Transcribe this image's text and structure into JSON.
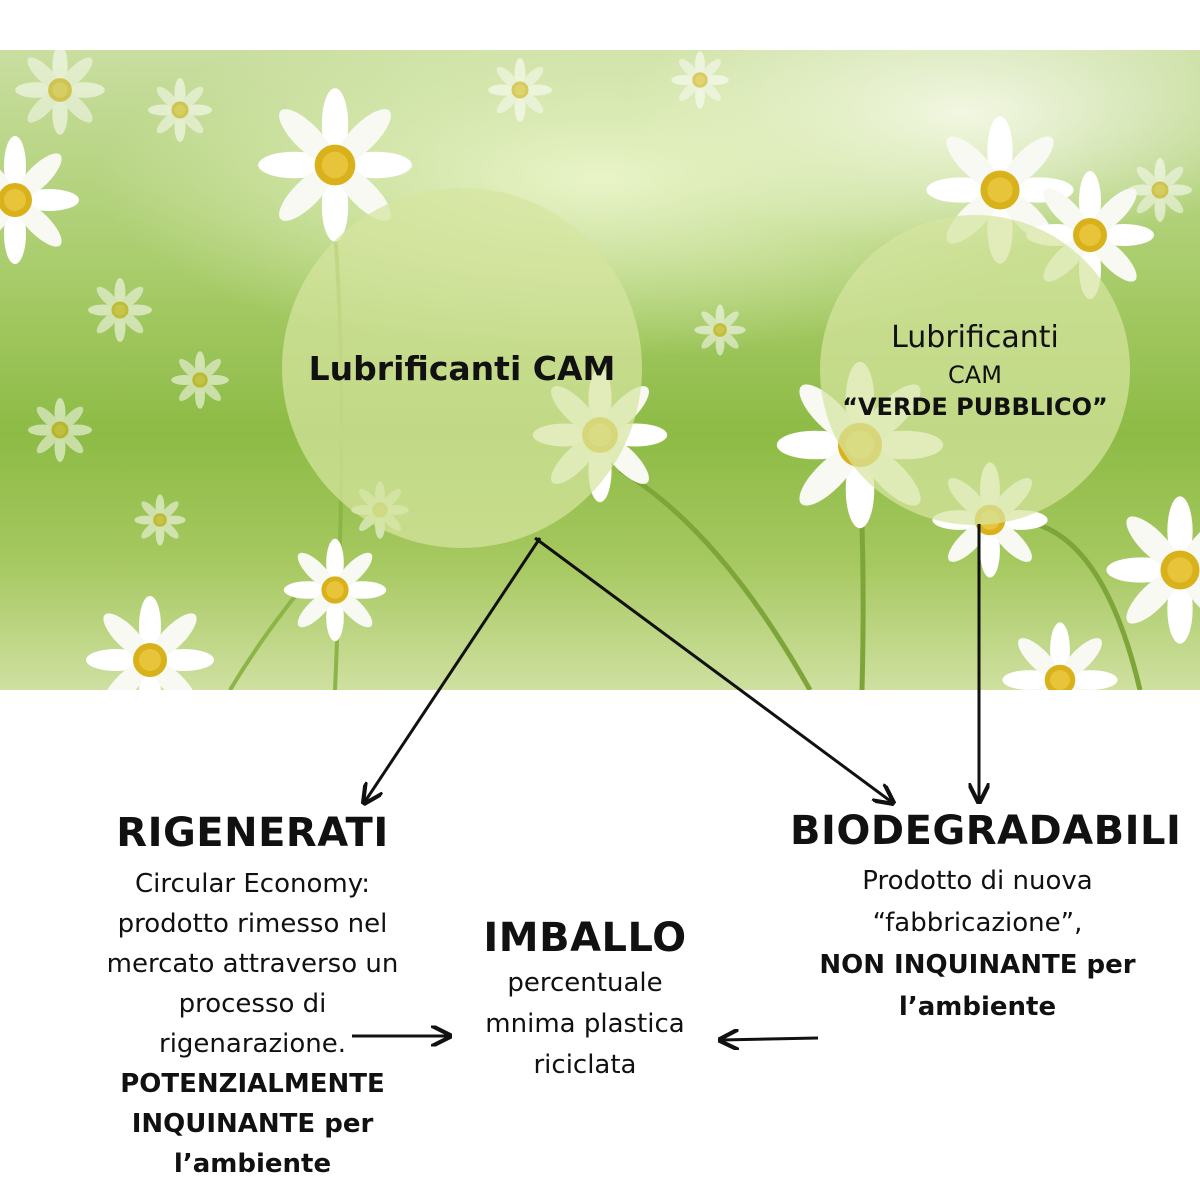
{
  "bubbles": {
    "cam": {
      "title": "Lubrificanti CAM"
    },
    "verde_pubblico": {
      "line1": "Lubrificanti",
      "line2": "CAM",
      "line3": "“VERDE PUBBLICO”"
    }
  },
  "rigenerati": {
    "heading": "RIGENERATI",
    "lines": [
      "Circular Economy:",
      "prodotto rimesso nel",
      "mercato attraverso un",
      "processo di",
      "rigenarazione."
    ],
    "bold_lines": [
      "POTENZIALMENTE",
      "INQUINANTE per",
      "l’ambiente"
    ]
  },
  "imballo": {
    "heading": "IMBALLO",
    "lines": [
      "percentuale",
      "mnima plastica",
      "riciclata"
    ]
  },
  "biodegradabili": {
    "heading": "BIODEGRADABILI",
    "lines": [
      "Prodotto di nuova",
      "“fabbricazione”,"
    ],
    "bold_lines": [
      "NON INQUINANTE per",
      "l’ambiente"
    ]
  }
}
